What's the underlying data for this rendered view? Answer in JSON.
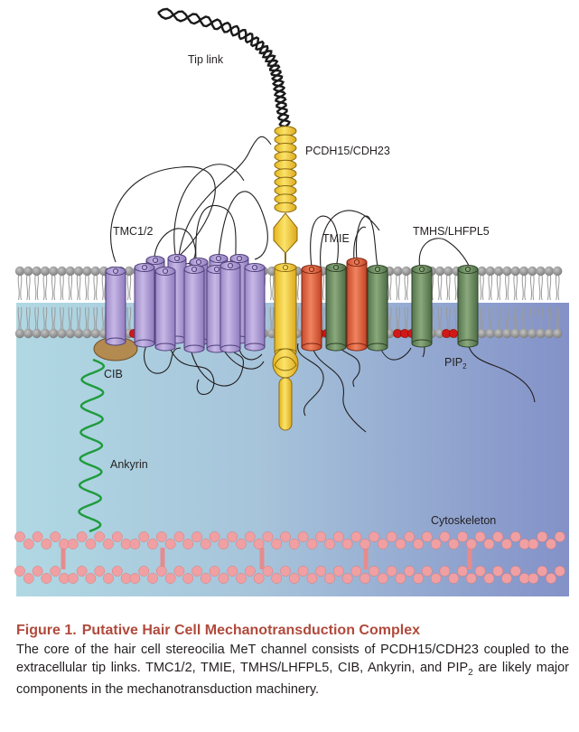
{
  "labels": {
    "tip_link": "Tip link",
    "pcdh": "PCDH15/CDH23",
    "tmc": "TMC1/2",
    "tmie": "TMIE",
    "tmhs": "TMHS/LHFPL5",
    "cib": "CIB",
    "ankyrin": "Ankyrin",
    "pip2": "PIP",
    "pip2_sub": "2",
    "cytoskeleton": "Cytoskeleton"
  },
  "caption": {
    "figure_number": "Figure 1.",
    "title": "Putative Hair Cell Mechanotransduction Complex",
    "body_pre": "The core of the hair cell stereocilia MeT channel consists of PCDH15/CDH23 coupled to the extracellular tip links. TMC1/2, TMIE, TMHS/LHFPL5, CIB, Ankyrin, and PIP",
    "body_sub": "2",
    "body_post": " are likely major components in the mechanotransduction machinery."
  },
  "colors": {
    "cytoplasm_left": "#b0d8e3",
    "cytoplasm_right": "#8391c8",
    "lipid_head": "#8e8e8e",
    "tmc": "#b7a6d6",
    "pcdh": "#f5d23c",
    "tmie": "#e4694a",
    "tmhs": "#6f8f63",
    "cib": "#b38a4f",
    "ankyrin": "#1e9b3c",
    "pip2": "#d01818",
    "cytoskeleton": "#f0a0a2",
    "caption_title": "#b04a3c"
  }
}
